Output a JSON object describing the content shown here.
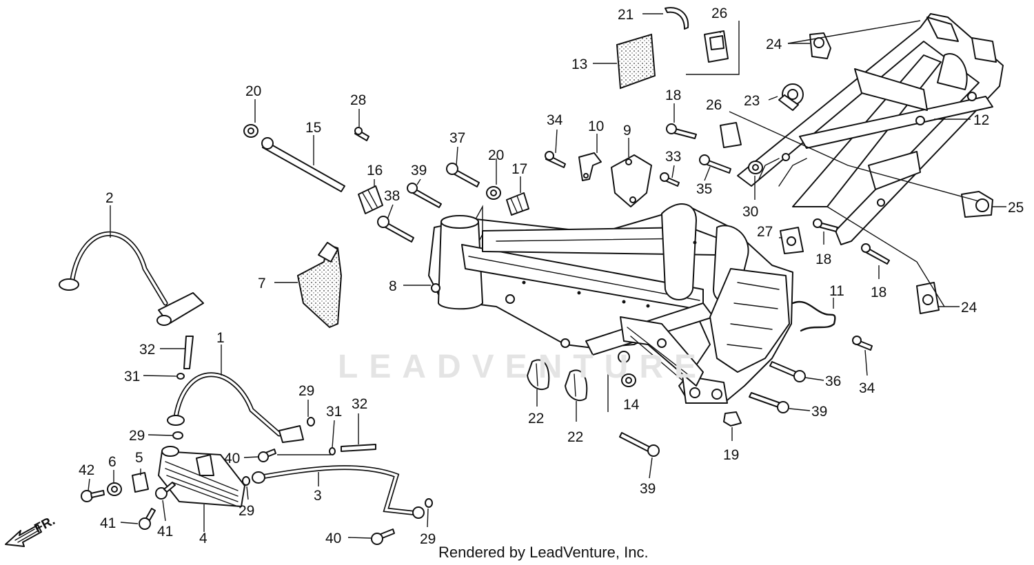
{
  "watermark": "LEADVENTURE",
  "credit": "Rendered by LeadVenture, Inc.",
  "direction_label": "FR.",
  "callouts": [
    {
      "id": "c1",
      "label": "1"
    },
    {
      "id": "c2",
      "label": "2"
    },
    {
      "id": "c3",
      "label": "3"
    },
    {
      "id": "c4",
      "label": "4"
    },
    {
      "id": "c5",
      "label": "5"
    },
    {
      "id": "c6",
      "label": "6"
    },
    {
      "id": "c7",
      "label": "7"
    },
    {
      "id": "c8",
      "label": "8"
    },
    {
      "id": "c9",
      "label": "9"
    },
    {
      "id": "c10",
      "label": "10"
    },
    {
      "id": "c11",
      "label": "11"
    },
    {
      "id": "c12",
      "label": "12"
    },
    {
      "id": "c13",
      "label": "13"
    },
    {
      "id": "c14",
      "label": "14"
    },
    {
      "id": "c15",
      "label": "15"
    },
    {
      "id": "c16",
      "label": "16"
    },
    {
      "id": "c17",
      "label": "17"
    },
    {
      "id": "c18a",
      "label": "18"
    },
    {
      "id": "c18b",
      "label": "18"
    },
    {
      "id": "c18c",
      "label": "18"
    },
    {
      "id": "c19",
      "label": "19"
    },
    {
      "id": "c20a",
      "label": "20"
    },
    {
      "id": "c20b",
      "label": "20"
    },
    {
      "id": "c21",
      "label": "21"
    },
    {
      "id": "c22a",
      "label": "22"
    },
    {
      "id": "c22b",
      "label": "22"
    },
    {
      "id": "c23",
      "label": "23"
    },
    {
      "id": "c24a",
      "label": "24"
    },
    {
      "id": "c24b",
      "label": "24"
    },
    {
      "id": "c25",
      "label": "25"
    },
    {
      "id": "c26a",
      "label": "26"
    },
    {
      "id": "c26b",
      "label": "26"
    },
    {
      "id": "c27",
      "label": "27"
    },
    {
      "id": "c28",
      "label": "28"
    },
    {
      "id": "c29a",
      "label": "29"
    },
    {
      "id": "c29b",
      "label": "29"
    },
    {
      "id": "c29c",
      "label": "29"
    },
    {
      "id": "c29d",
      "label": "29"
    },
    {
      "id": "c30",
      "label": "30"
    },
    {
      "id": "c31a",
      "label": "31"
    },
    {
      "id": "c31b",
      "label": "31"
    },
    {
      "id": "c32a",
      "label": "32"
    },
    {
      "id": "c32b",
      "label": "32"
    },
    {
      "id": "c33",
      "label": "33"
    },
    {
      "id": "c34a",
      "label": "34"
    },
    {
      "id": "c34b",
      "label": "34"
    },
    {
      "id": "c35",
      "label": "35"
    },
    {
      "id": "c36",
      "label": "36"
    },
    {
      "id": "c37",
      "label": "37"
    },
    {
      "id": "c38",
      "label": "38"
    },
    {
      "id": "c39a",
      "label": "39"
    },
    {
      "id": "c39b",
      "label": "39"
    },
    {
      "id": "c39c",
      "label": "39"
    },
    {
      "id": "c40a",
      "label": "40"
    },
    {
      "id": "c40b",
      "label": "40"
    },
    {
      "id": "c41a",
      "label": "41"
    },
    {
      "id": "c41b",
      "label": "41"
    },
    {
      "id": "c42",
      "label": "42"
    }
  ]
}
